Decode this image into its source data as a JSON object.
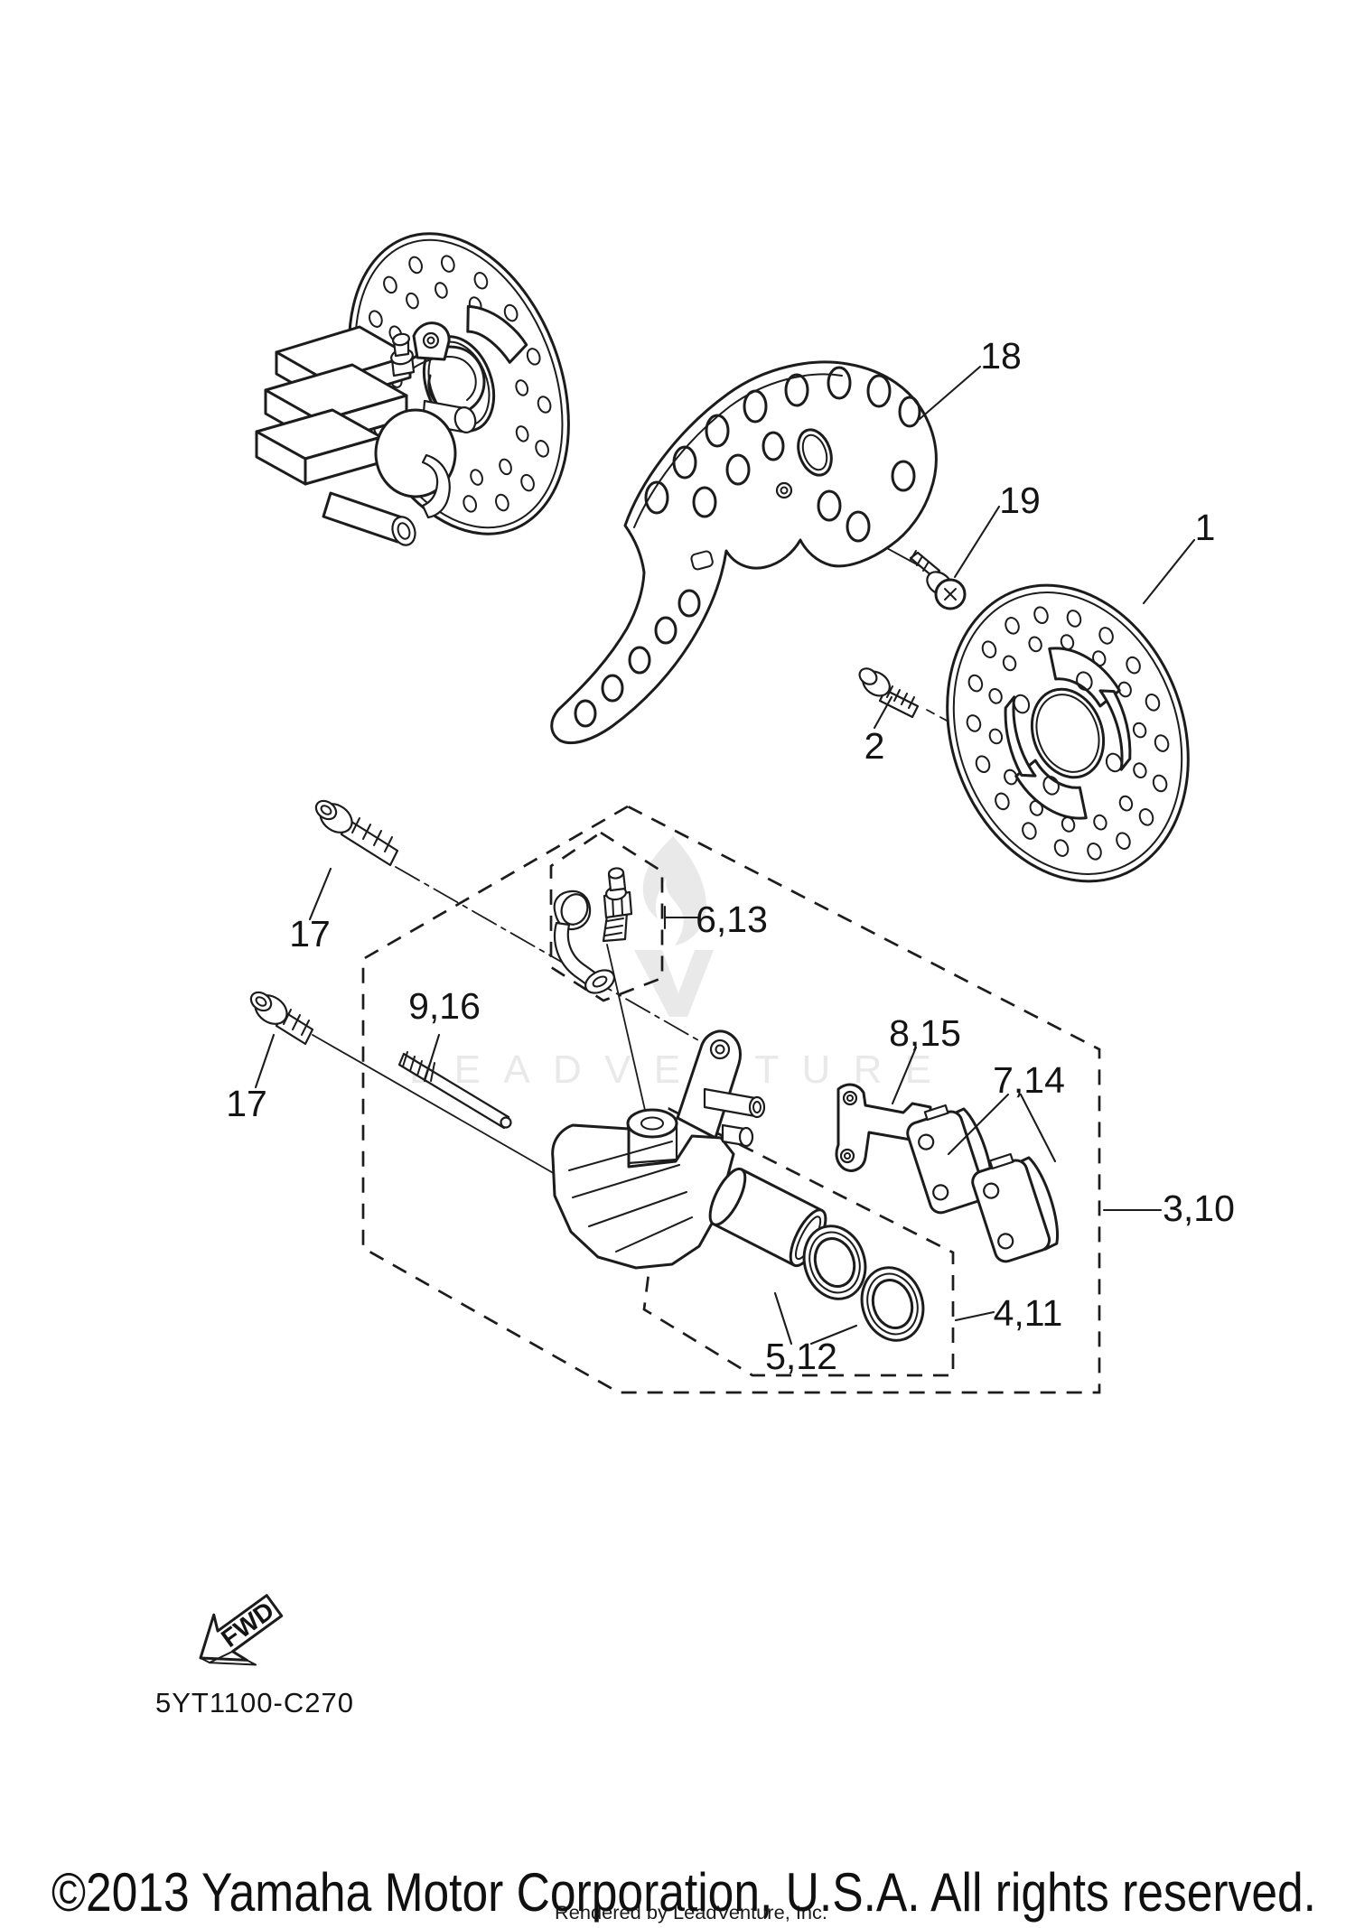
{
  "diagram": {
    "part_code": "5YT1100-C270",
    "fwd_label": "FWD",
    "watermark_text": "LEADVENTURE",
    "callouts": {
      "c18": "18",
      "c19": "19",
      "c1": "1",
      "c2": "2",
      "c17a": "17",
      "c17b": "17",
      "c916": "9,16",
      "c613": "6,13",
      "c815": "8,15",
      "c714": "7,14",
      "c310": "3,10",
      "c411": "4,11",
      "c512": "5,12"
    }
  },
  "colors": {
    "ink": "#1c1c1c",
    "watermark": "#e9e9e9",
    "background": "#ffffff"
  },
  "footer": {
    "copyright": "©2013 Yamaha Motor Corporation, U.S.A. All rights reserved.",
    "rendered_by": "Rendered by LeadVenture, Inc."
  }
}
